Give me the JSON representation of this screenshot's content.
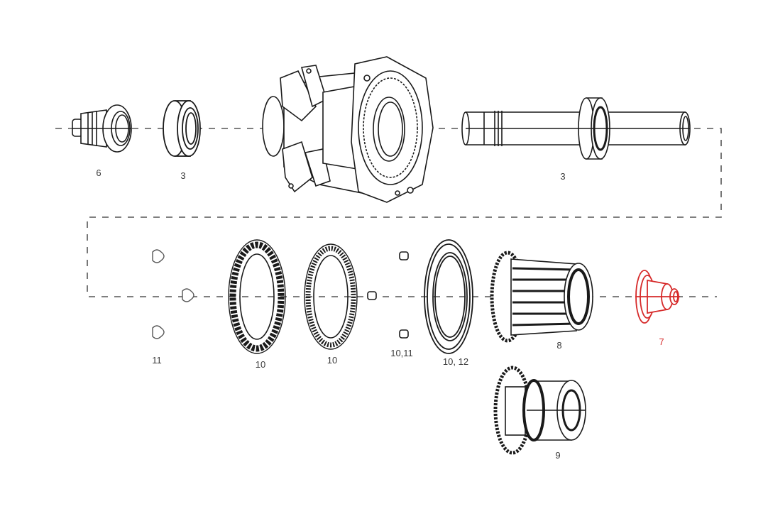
{
  "diagram": {
    "type": "exploded-parts-diagram",
    "subject": "rear bicycle hub",
    "highlight_color": "#d62a2a",
    "line_color": "#1a1a1a",
    "axis_color": "#555555",
    "parts": [
      {
        "id": "end-cap-left",
        "label": "6",
        "highlighted": false
      },
      {
        "id": "bearing-left",
        "label": "3",
        "highlighted": false
      },
      {
        "id": "hub-shell",
        "label": "",
        "highlighted": false
      },
      {
        "id": "axle-with-bearing",
        "label": "3",
        "highlighted": false
      },
      {
        "id": "pawl-springs",
        "label": "11",
        "highlighted": false
      },
      {
        "id": "ratchet-ring-1",
        "label": "10",
        "highlighted": false
      },
      {
        "id": "ratchet-ring-2",
        "label": "10",
        "highlighted": false
      },
      {
        "id": "pawls",
        "label": "10,11",
        "highlighted": false
      },
      {
        "id": "seal-ring",
        "label": "10, 12",
        "highlighted": false
      },
      {
        "id": "freehub-body-hg",
        "label": "8",
        "highlighted": false
      },
      {
        "id": "end-cap-right",
        "label": "7",
        "highlighted": true
      },
      {
        "id": "freehub-body-xd",
        "label": "9",
        "highlighted": false
      }
    ]
  }
}
